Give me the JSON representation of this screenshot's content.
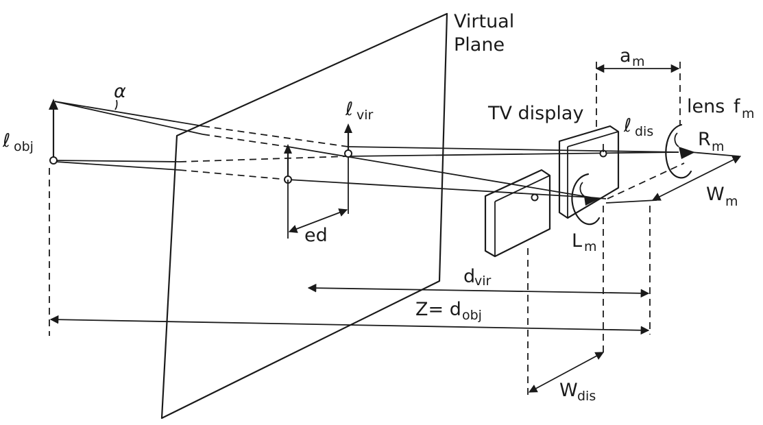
{
  "labels": {
    "virtual_plane": [
      "Virtual",
      "Plane"
    ],
    "l_obj": {
      "main": "ℓ",
      "sub": "obj"
    },
    "alpha": "α",
    "l_vir": {
      "main": "ℓ",
      "sub": "vir"
    },
    "tv_display": "TV display",
    "l_dis": {
      "main": "ℓ",
      "sub": "dis"
    },
    "lens": "lens",
    "f_m": {
      "main": "f",
      "sub": "m"
    },
    "a_m": {
      "main": "a",
      "sub": "m"
    },
    "R_m": {
      "main": "R",
      "sub": "m"
    },
    "W_m": {
      "main": "W",
      "sub": "m"
    },
    "L_m": {
      "main": "L",
      "sub": "m"
    },
    "ed": "ed",
    "d_vir": {
      "main": "d",
      "sub": "vir"
    },
    "z_dobj": {
      "main": "Z= d",
      "sub": "obj"
    },
    "w_dis": {
      "main": "W",
      "sub": "dis"
    }
  }
}
